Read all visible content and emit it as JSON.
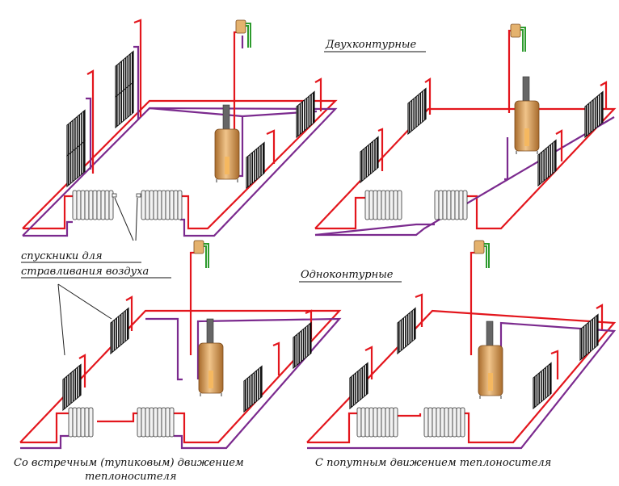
{
  "labels": {
    "dual_circuit": "Двухконтурные",
    "single_circuit": "Одноконтурные",
    "air_vents_line1": "спускники для",
    "air_vents_line2": "стравливания воздуха",
    "dead_end_line1": "Со встречным (тупиковым) движением",
    "dead_end_line2": "теплоносителя",
    "parallel_flow": "С попутным движением теплоносителя"
  },
  "colors": {
    "supply_pipe": "#e3161d",
    "return_pipe": "#7b2a8e",
    "water_pipe": "#2e9b2e",
    "boiler": "#d9a25e"
  }
}
